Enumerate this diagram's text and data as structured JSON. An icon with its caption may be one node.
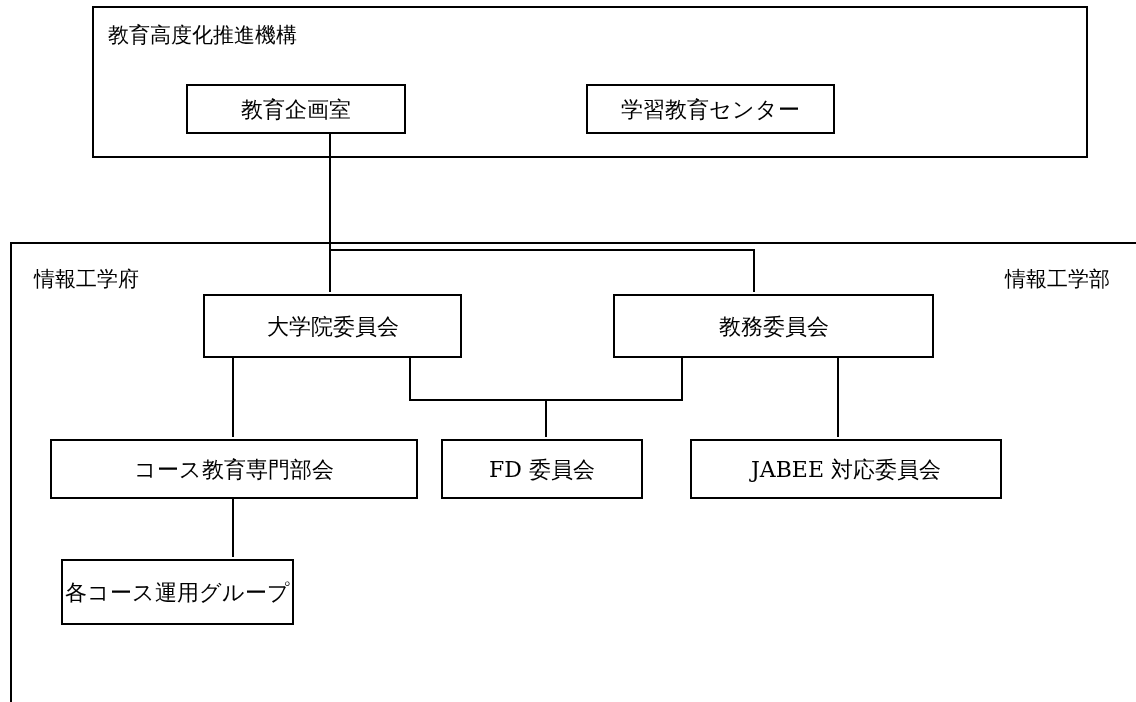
{
  "diagram": {
    "nodes": [
      {
        "text": [
          "教育高度化推進機構"
        ]
      },
      {
        "text": [
          "教育企画室"
        ],
        "in": 0
      },
      {
        "text": [
          "学習教育センター"
        ],
        "in": 0
      },
      {
        "text": [
          "情報工学府",
          "情報工学部"
        ]
      },
      {
        "text": [
          "大学院委員会"
        ],
        "in": 3
      },
      {
        "text": [
          "教務委員会"
        ],
        "in": 3
      },
      {
        "text": [
          "コース教育専門部会"
        ],
        "in": 3
      },
      {
        "text": [
          "FD 委員会"
        ],
        "in": 3
      },
      {
        "text": [
          "JABEE 対応委員会"
        ],
        "in": 3
      },
      {
        "text": [
          "各コース運用グループ"
        ],
        "in": 3
      }
    ],
    "edges": [
      {
        "from": 1,
        "to": 4,
        "arrow": "none"
      },
      {
        "from": 1,
        "to": 5,
        "arrow": "none"
      },
      {
        "from": 4,
        "to": 7,
        "arrow": "none"
      },
      {
        "from": 5,
        "to": 7,
        "arrow": "none"
      },
      {
        "from": 4,
        "to": 6,
        "arrow": "none"
      },
      {
        "from": 5,
        "to": 8,
        "arrow": "none"
      },
      {
        "from": 6,
        "to": 9,
        "arrow": "none"
      }
    ]
  }
}
